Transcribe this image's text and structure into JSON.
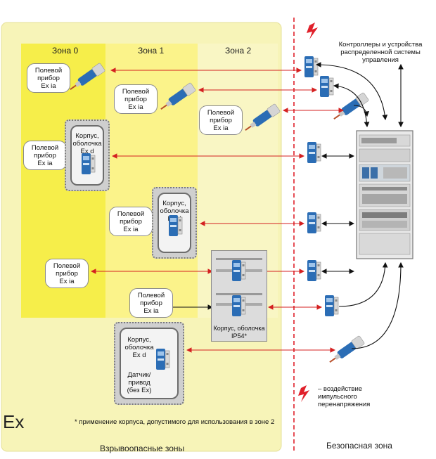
{
  "zones": {
    "zone0": "Зона 0",
    "zone1": "Зона 1",
    "zone2": "Зона 2"
  },
  "captions": {
    "hazardous": "Взрывоопасные зоны",
    "safe": "Безопасная зона"
  },
  "controllers_label": "Контроллеры и устройства распределенной системы управления",
  "field_device_label": "Полевой\nприбор\nEx ia",
  "enclosure_exd_label": "Корпус,\nоболочка\nEx d",
  "enclosure_ip54_label": "Корпус, оболочка\nIP54*",
  "sensor_label": "Датчик/\nпривод\n(без Ex)",
  "surge_legend": "– воздействие\nимпульсного\nперенапряжения",
  "footnote": "* применение корпуса, допустимого для использования в зоне 2",
  "ex_logo": "Ex",
  "colors": {
    "outer_zone": "#f7f4b8",
    "zone1": "#fbf38a",
    "zone0": "#f6ee4a",
    "red_arrow": "#d42020",
    "black_arrow": "#111111",
    "dashed_line": "#e0202a",
    "device_blue": "#2b6db5"
  }
}
